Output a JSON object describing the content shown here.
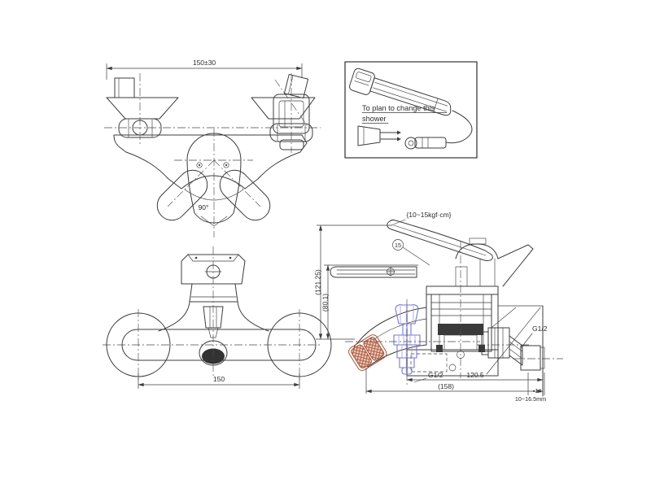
{
  "drawing": {
    "colors": {
      "line": "#3c3c3c",
      "accent_blue": "#7678cf",
      "accent_red": "#a8543c",
      "dark_fill": "#3a3a3a"
    },
    "top_view": {
      "span_dim": "150±30",
      "swivel_angle": "90°"
    },
    "shower_box": {
      "note_line1": "To plan to change this",
      "note_line2": "shower"
    },
    "front_view": {
      "width_dim": "150"
    },
    "section_view": {
      "torque_note": "{10~15kgf·cm}",
      "balloon": "15",
      "overall_height": "(121.25)",
      "spout_height": "(80.1)",
      "shower_outlet_thread": "G1/2",
      "spout_outlet_thread": "G1/2",
      "depth": "120.5",
      "overall_depth": "(158)",
      "wall_pipe_size": "▪14",
      "wall_pipe_range": "10~16.5mm"
    }
  }
}
